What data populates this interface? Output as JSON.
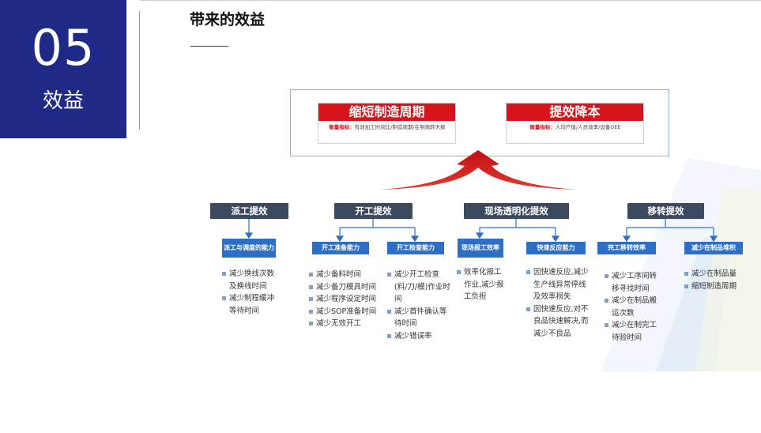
{
  "section": {
    "number": "05",
    "title": "效益"
  },
  "page_title": "带来的效益",
  "goals": [
    {
      "title": "缩短制造周期",
      "metric_label": "衡量指标：",
      "metric_text": "有效加工时间比/制造周期/在制周转天数"
    },
    {
      "title": "提效降本",
      "metric_label": "衡量指标：",
      "metric_text": "人均产值/人员效率/设备OEE"
    }
  ],
  "categories": [
    {
      "label": "派工提效",
      "subs": [
        {
          "label": "派工与调度的能力",
          "items": [
            "减少换线次数及换线时间",
            "减少制程缓冲等待时间"
          ]
        }
      ]
    },
    {
      "label": "开工提效",
      "subs": [
        {
          "label": "开工准备能力",
          "items": [
            "减少备料时间",
            "减少备刀模具时间",
            "减少程序设定时间",
            "减少SOP准备时间",
            "减少无效开工"
          ]
        },
        {
          "label": "开工检查能力",
          "items": [
            "减少开工检查(料/刀/模)作业时间",
            "减少首件确认等待时间",
            "减少错误率"
          ]
        }
      ]
    },
    {
      "label": "现场透明化提效",
      "subs": [
        {
          "label": "现场报工效率",
          "items": [
            "效率化报工作业,减少报工负担"
          ]
        },
        {
          "label": "快速反应能力",
          "items": [
            "因快速反应,减少生产线异常停线及效率损失",
            "因快速反应,对不良品快速解决,而减少不良品"
          ]
        }
      ]
    },
    {
      "label": "移转提效",
      "subs": [
        {
          "label": "完工移转效率",
          "items": [
            "减少工序间转移寻找时间",
            "减少在制品搬运次数",
            "减少在制完工待验时间"
          ]
        },
        {
          "label": "减少在制品堆积",
          "items": [
            "减少在制品量",
            "缩短制造周期"
          ]
        }
      ]
    }
  ],
  "colors": {
    "section_bg": "#1f2a87",
    "goal_red": "#d7141b",
    "category_bg": "#3c4a5f",
    "sub_bg": "#2e6fc6",
    "bullet": "#7ea1c8"
  }
}
